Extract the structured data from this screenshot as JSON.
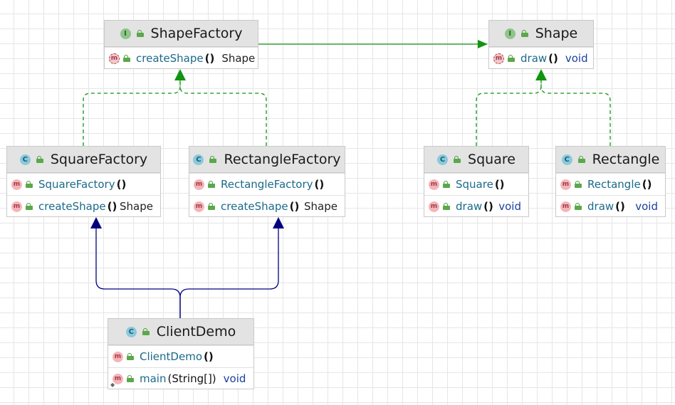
{
  "shape_factory": {
    "name": "ShapeFactory",
    "kind": "I",
    "methods": [
      {
        "badge": "m",
        "name": "createShape",
        "params": "()",
        "type": "Shape"
      }
    ]
  },
  "shape": {
    "name": "Shape",
    "kind": "I",
    "methods": [
      {
        "badge": "m",
        "name": "draw",
        "params": "()",
        "type": "void"
      }
    ]
  },
  "square_factory": {
    "name": "SquareFactory",
    "kind": "C",
    "methods": [
      {
        "badge": "m",
        "name": "SquareFactory",
        "params": "()",
        "type": ""
      },
      {
        "badge": "m",
        "name": "createShape",
        "params": "()",
        "type": "Shape"
      }
    ]
  },
  "rectangle_factory": {
    "name": "RectangleFactory",
    "kind": "C",
    "methods": [
      {
        "badge": "m",
        "name": "RectangleFactory",
        "params": "()",
        "type": ""
      },
      {
        "badge": "m",
        "name": "createShape",
        "params": "()",
        "type": "Shape"
      }
    ]
  },
  "square": {
    "name": "Square",
    "kind": "C",
    "methods": [
      {
        "badge": "m",
        "name": "Square",
        "params": "()",
        "type": ""
      },
      {
        "badge": "m",
        "name": "draw",
        "params": "()",
        "type": "void"
      }
    ]
  },
  "rectangle": {
    "name": "Rectangle",
    "kind": "C",
    "methods": [
      {
        "badge": "m",
        "name": "Rectangle",
        "params": "()",
        "type": ""
      },
      {
        "badge": "m",
        "name": "draw",
        "params": "()",
        "type": "void"
      }
    ]
  },
  "client_demo": {
    "name": "ClientDemo",
    "kind": "C",
    "methods": [
      {
        "badge": "m",
        "name": "ClientDemo",
        "params": "()",
        "type": ""
      },
      {
        "badge": "m",
        "name": "main",
        "params": "(String[])",
        "type": "void"
      }
    ]
  },
  "colors": {
    "association": "#119411",
    "realization": "#119411",
    "dependency": "#000080",
    "interface_badge": "#8fc48a",
    "class_badge": "#8bc9dc",
    "method_badge": "#f4b5b9",
    "header_bg": "#e3e3e3"
  }
}
